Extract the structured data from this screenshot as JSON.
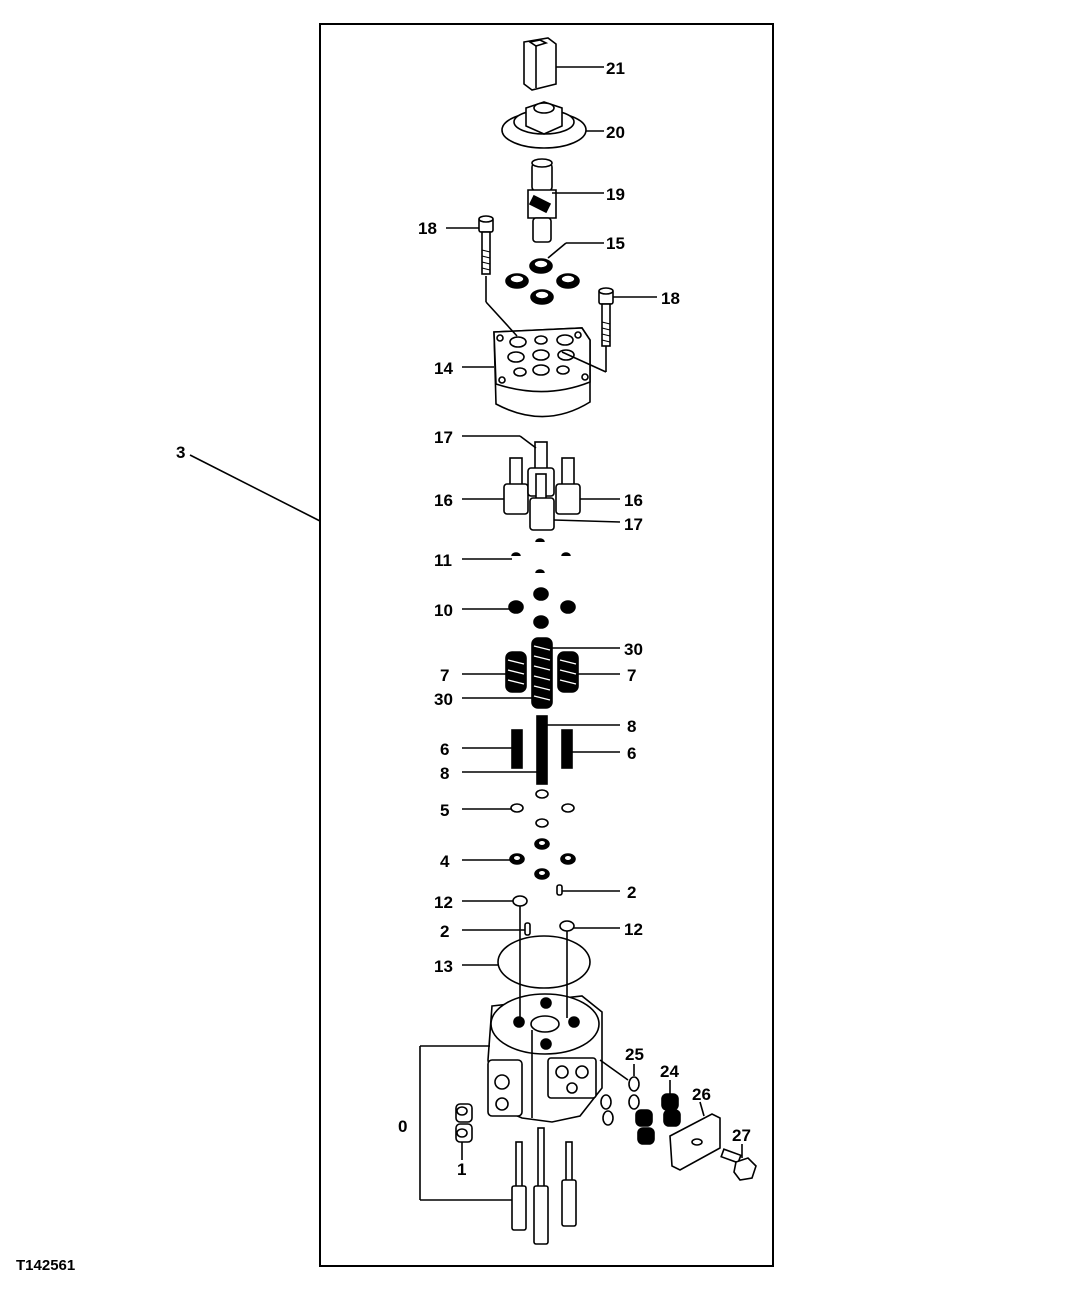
{
  "figure_id": "T142561",
  "callouts": {
    "c0": "0",
    "c1": "1",
    "c2a": "2",
    "c2b": "2",
    "c3": "3",
    "c4": "4",
    "c5": "5",
    "c6a": "6",
    "c6b": "6",
    "c7a": "7",
    "c7b": "7",
    "c8a": "8",
    "c8b": "8",
    "c10": "10",
    "c11": "11",
    "c12a": "12",
    "c12b": "12",
    "c13": "13",
    "c14": "14",
    "c15": "15",
    "c16a": "16",
    "c16b": "16",
    "c17a": "17",
    "c17b": "17",
    "c18a": "18",
    "c18b": "18",
    "c19": "19",
    "c20": "20",
    "c21": "21",
    "c24": "24",
    "c25": "25",
    "c26": "26",
    "c27": "27",
    "c30a": "30",
    "c30b": "30"
  },
  "colors": {
    "ink": "#000000",
    "paper": "#ffffff"
  }
}
